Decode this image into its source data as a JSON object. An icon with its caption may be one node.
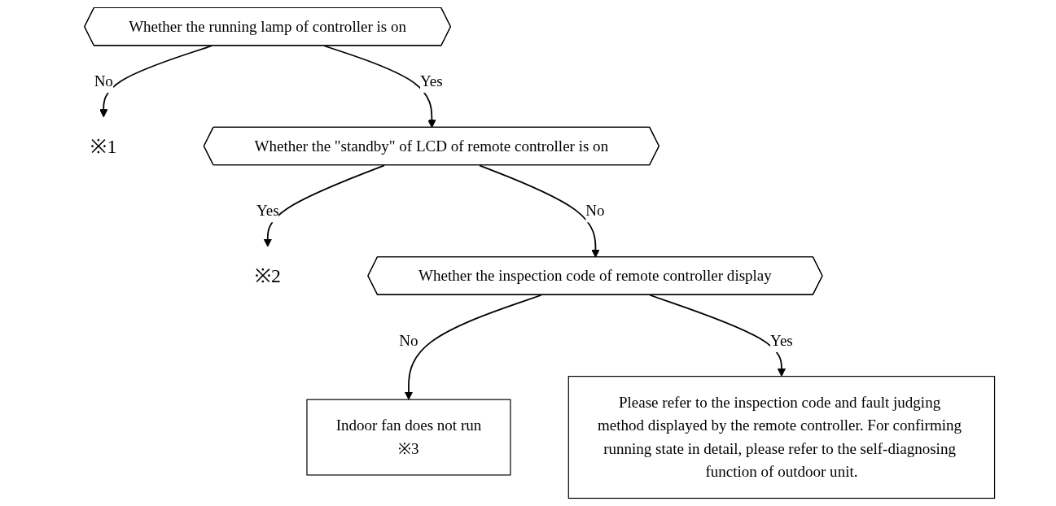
{
  "diagram": {
    "nodes": [
      {
        "text": [
          "Whether the running lamp of controller is on"
        ]
      },
      {
        "text": [
          "※1"
        ]
      },
      {
        "text": [
          "Whether the \"standby\" of LCD of remote controller is on"
        ]
      },
      {
        "text": [
          "※2"
        ]
      },
      {
        "text": [
          "Whether the inspection code of remote controller display"
        ]
      },
      {
        "text": [
          "Indoor fan does not run",
          "※3"
        ]
      },
      {
        "text": [
          "Please refer to the inspection code and fault judging method displayed by the remote controller. For confirming running state in detail, please refer to the self-diagnosing function of outdoor unit."
        ]
      }
    ],
    "edges": [
      {
        "from": 0,
        "to": 1,
        "arrow": "to",
        "label": "No"
      },
      {
        "from": 0,
        "to": 2,
        "arrow": "to",
        "label": "Yes"
      },
      {
        "from": 2,
        "to": 3,
        "arrow": "to",
        "label": "Yes"
      },
      {
        "from": 2,
        "to": 4,
        "arrow": "to",
        "label": "No"
      },
      {
        "from": 4,
        "to": 5,
        "arrow": "to",
        "label": "No"
      },
      {
        "from": 4,
        "to": 6,
        "arrow": "to",
        "label": "Yes"
      }
    ]
  }
}
